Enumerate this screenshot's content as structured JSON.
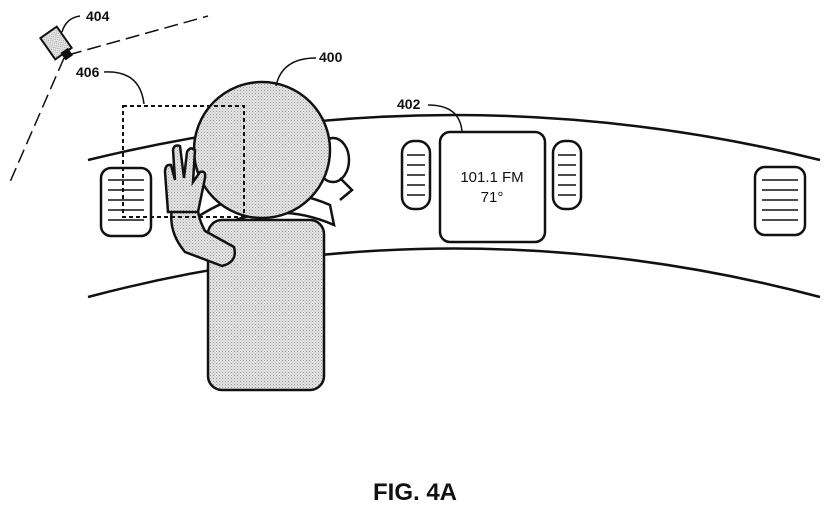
{
  "figure": {
    "caption": "FIG. 4A",
    "colors": {
      "ink": "#111111",
      "shading": "#d6d6d6",
      "background": "#ffffff"
    }
  },
  "labels": {
    "occupant": "400",
    "display": "402",
    "camera": "404",
    "detection_zone": "406"
  },
  "display": {
    "line1": "101.1 FM",
    "line2": "71°"
  },
  "icons": {
    "camera": "camera-icon",
    "hand": "raised-hand-icon",
    "steering_wheel": "steering-wheel-icon",
    "air_vent": "air-vent-icon"
  }
}
